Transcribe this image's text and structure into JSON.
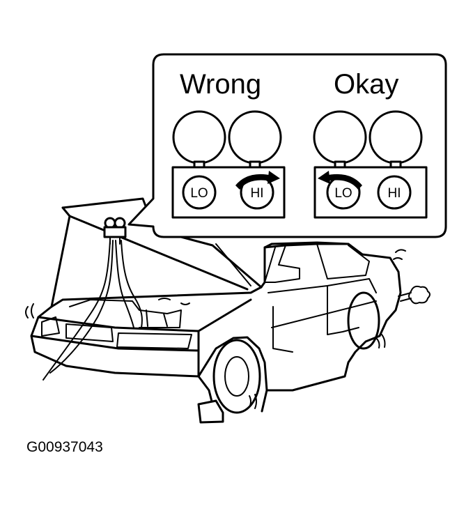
{
  "callout": {
    "wrong_label": "Wrong",
    "okay_label": "Okay",
    "wrong_lo": "LO",
    "wrong_hi": "HI",
    "okay_lo": "LO",
    "okay_hi": "HI"
  },
  "figure_code": "G00937043",
  "icons": [
    "gauge-manifold-icon",
    "car-icon",
    "rotation-arrow-icon",
    "exhaust-puff-icon"
  ]
}
